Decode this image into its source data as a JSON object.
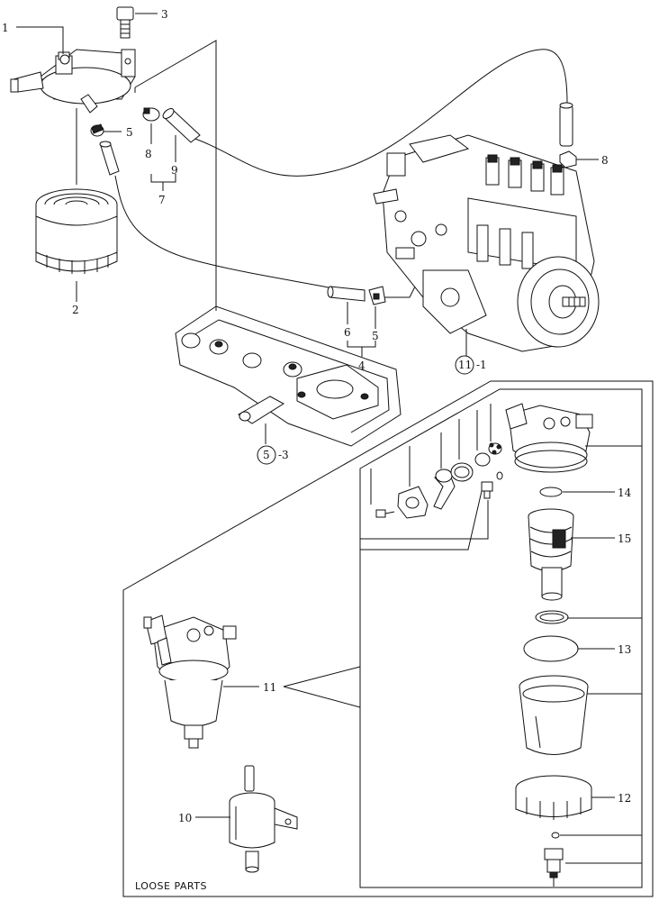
{
  "callouts": {
    "c1": "1",
    "c2": "2",
    "c3": "3",
    "c4": "4",
    "c5a": "5",
    "c5b": "5",
    "c5c": "5",
    "c5c_suffix": "-3",
    "c6": "6",
    "c7": "7",
    "c8a": "8",
    "c8b": "8",
    "c9": "9",
    "c10": "10",
    "c11": "11",
    "c11b": "11",
    "c11b_suffix": "-1",
    "c12": "12",
    "c13": "13",
    "c14": "14",
    "c15": "15"
  },
  "box_label": "LOOSE PARTS"
}
